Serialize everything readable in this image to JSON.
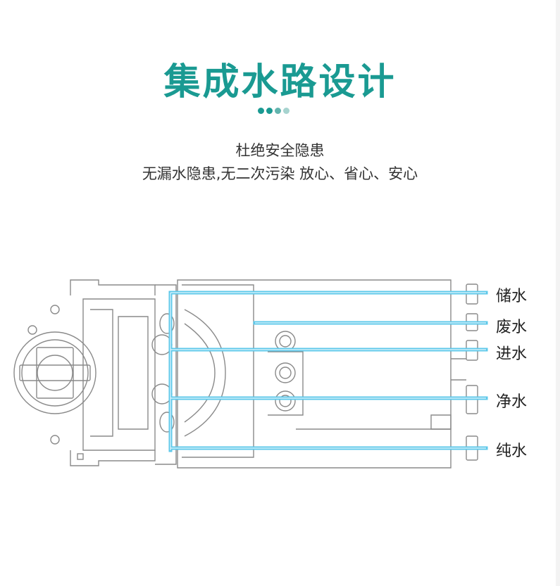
{
  "heading": {
    "title": "集成水路设计"
  },
  "subtitle": {
    "line1": "杜绝安全隐患",
    "line2": "无漏水隐患,无二次污染   放心、省心、安心"
  },
  "indicator_colors": [
    "#1a9a92",
    "#1a9a92",
    "#62b4ae",
    "#a6d3cf"
  ],
  "ports": [
    {
      "label": "储水"
    },
    {
      "label": "废水"
    },
    {
      "label": "进水"
    },
    {
      "label": "净水"
    },
    {
      "label": "纯水"
    }
  ],
  "colors": {
    "accent": "#1a9a92",
    "pipe": "#5ec8ea",
    "outline": "#8a8a8a"
  }
}
